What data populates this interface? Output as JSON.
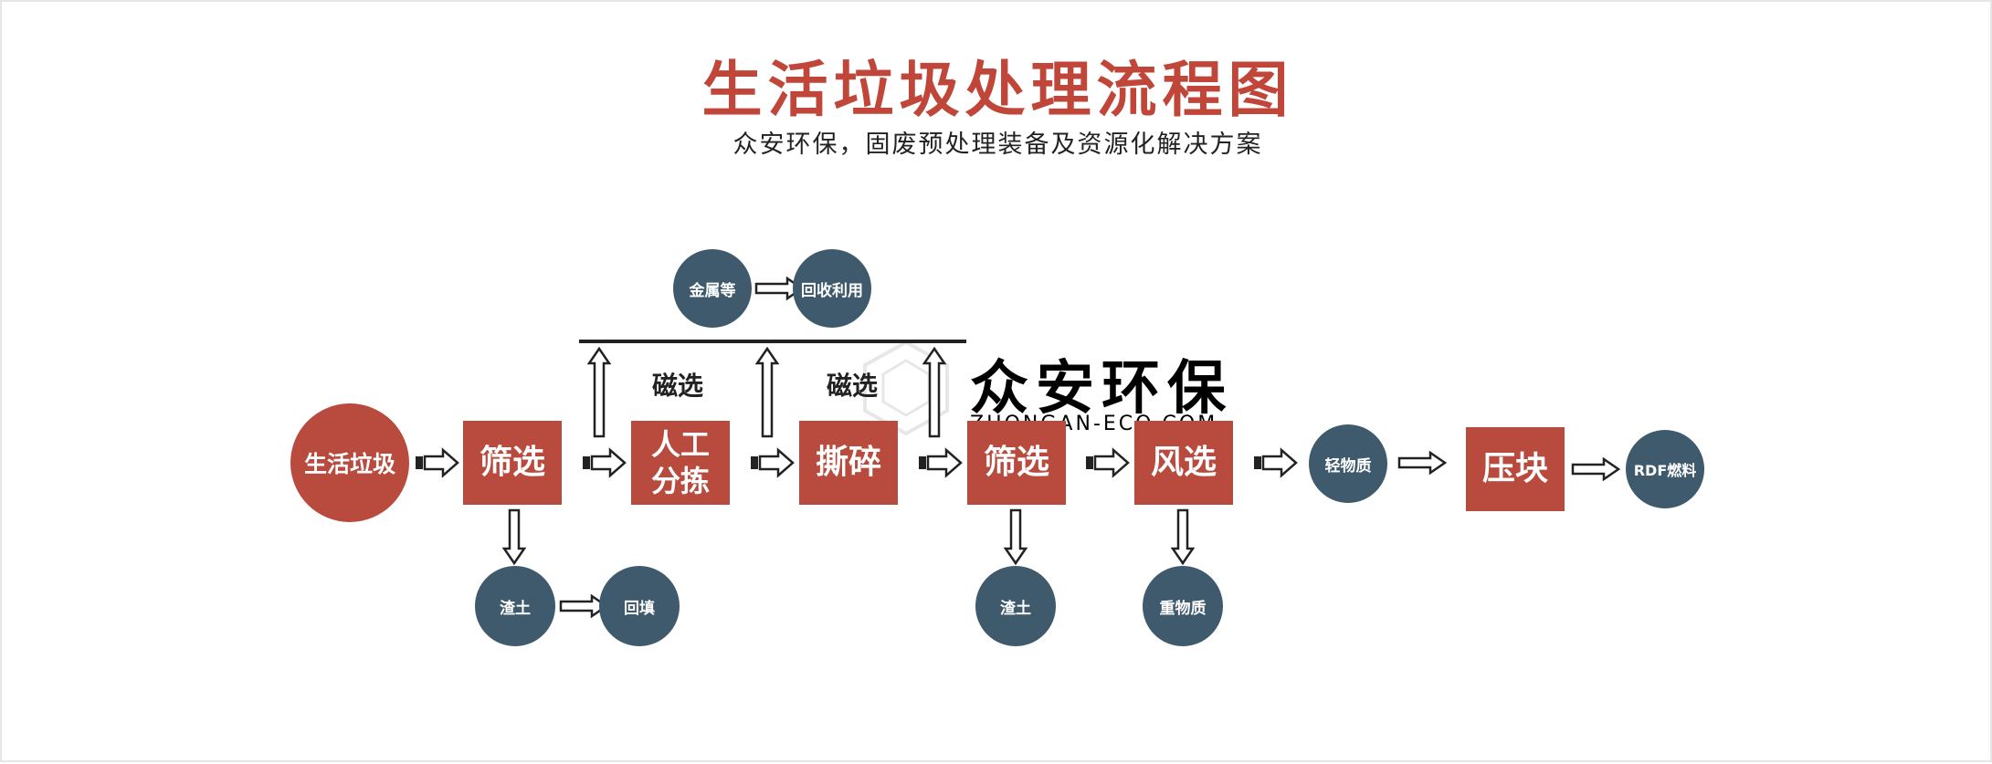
{
  "header": {
    "title": "生活垃圾处理流程图",
    "subtitle": "众安环保，固废预处理装备及资源化解决方案"
  },
  "colors": {
    "box": "#b84a3e",
    "circle": "#3e5a6c",
    "title": "#c0463a",
    "line": "#222222"
  },
  "nodes": {
    "start": "生活垃圾",
    "screen1": "筛选",
    "manual": "人工\n分拣",
    "shred": "撕碎",
    "screen2": "筛选",
    "wind": "风选",
    "light": "轻物质",
    "press": "压块",
    "rdf": "RDF燃料",
    "metal": "金属等",
    "recycle": "回收利用",
    "soil1": "渣土",
    "backfill": "回填",
    "soil2": "渣土",
    "heavy": "重物质"
  },
  "labels": {
    "mag1": "磁选",
    "mag2": "磁选"
  },
  "watermark": {
    "name": "众安环保",
    "url": "ZHONGAN-ECO.COM"
  }
}
